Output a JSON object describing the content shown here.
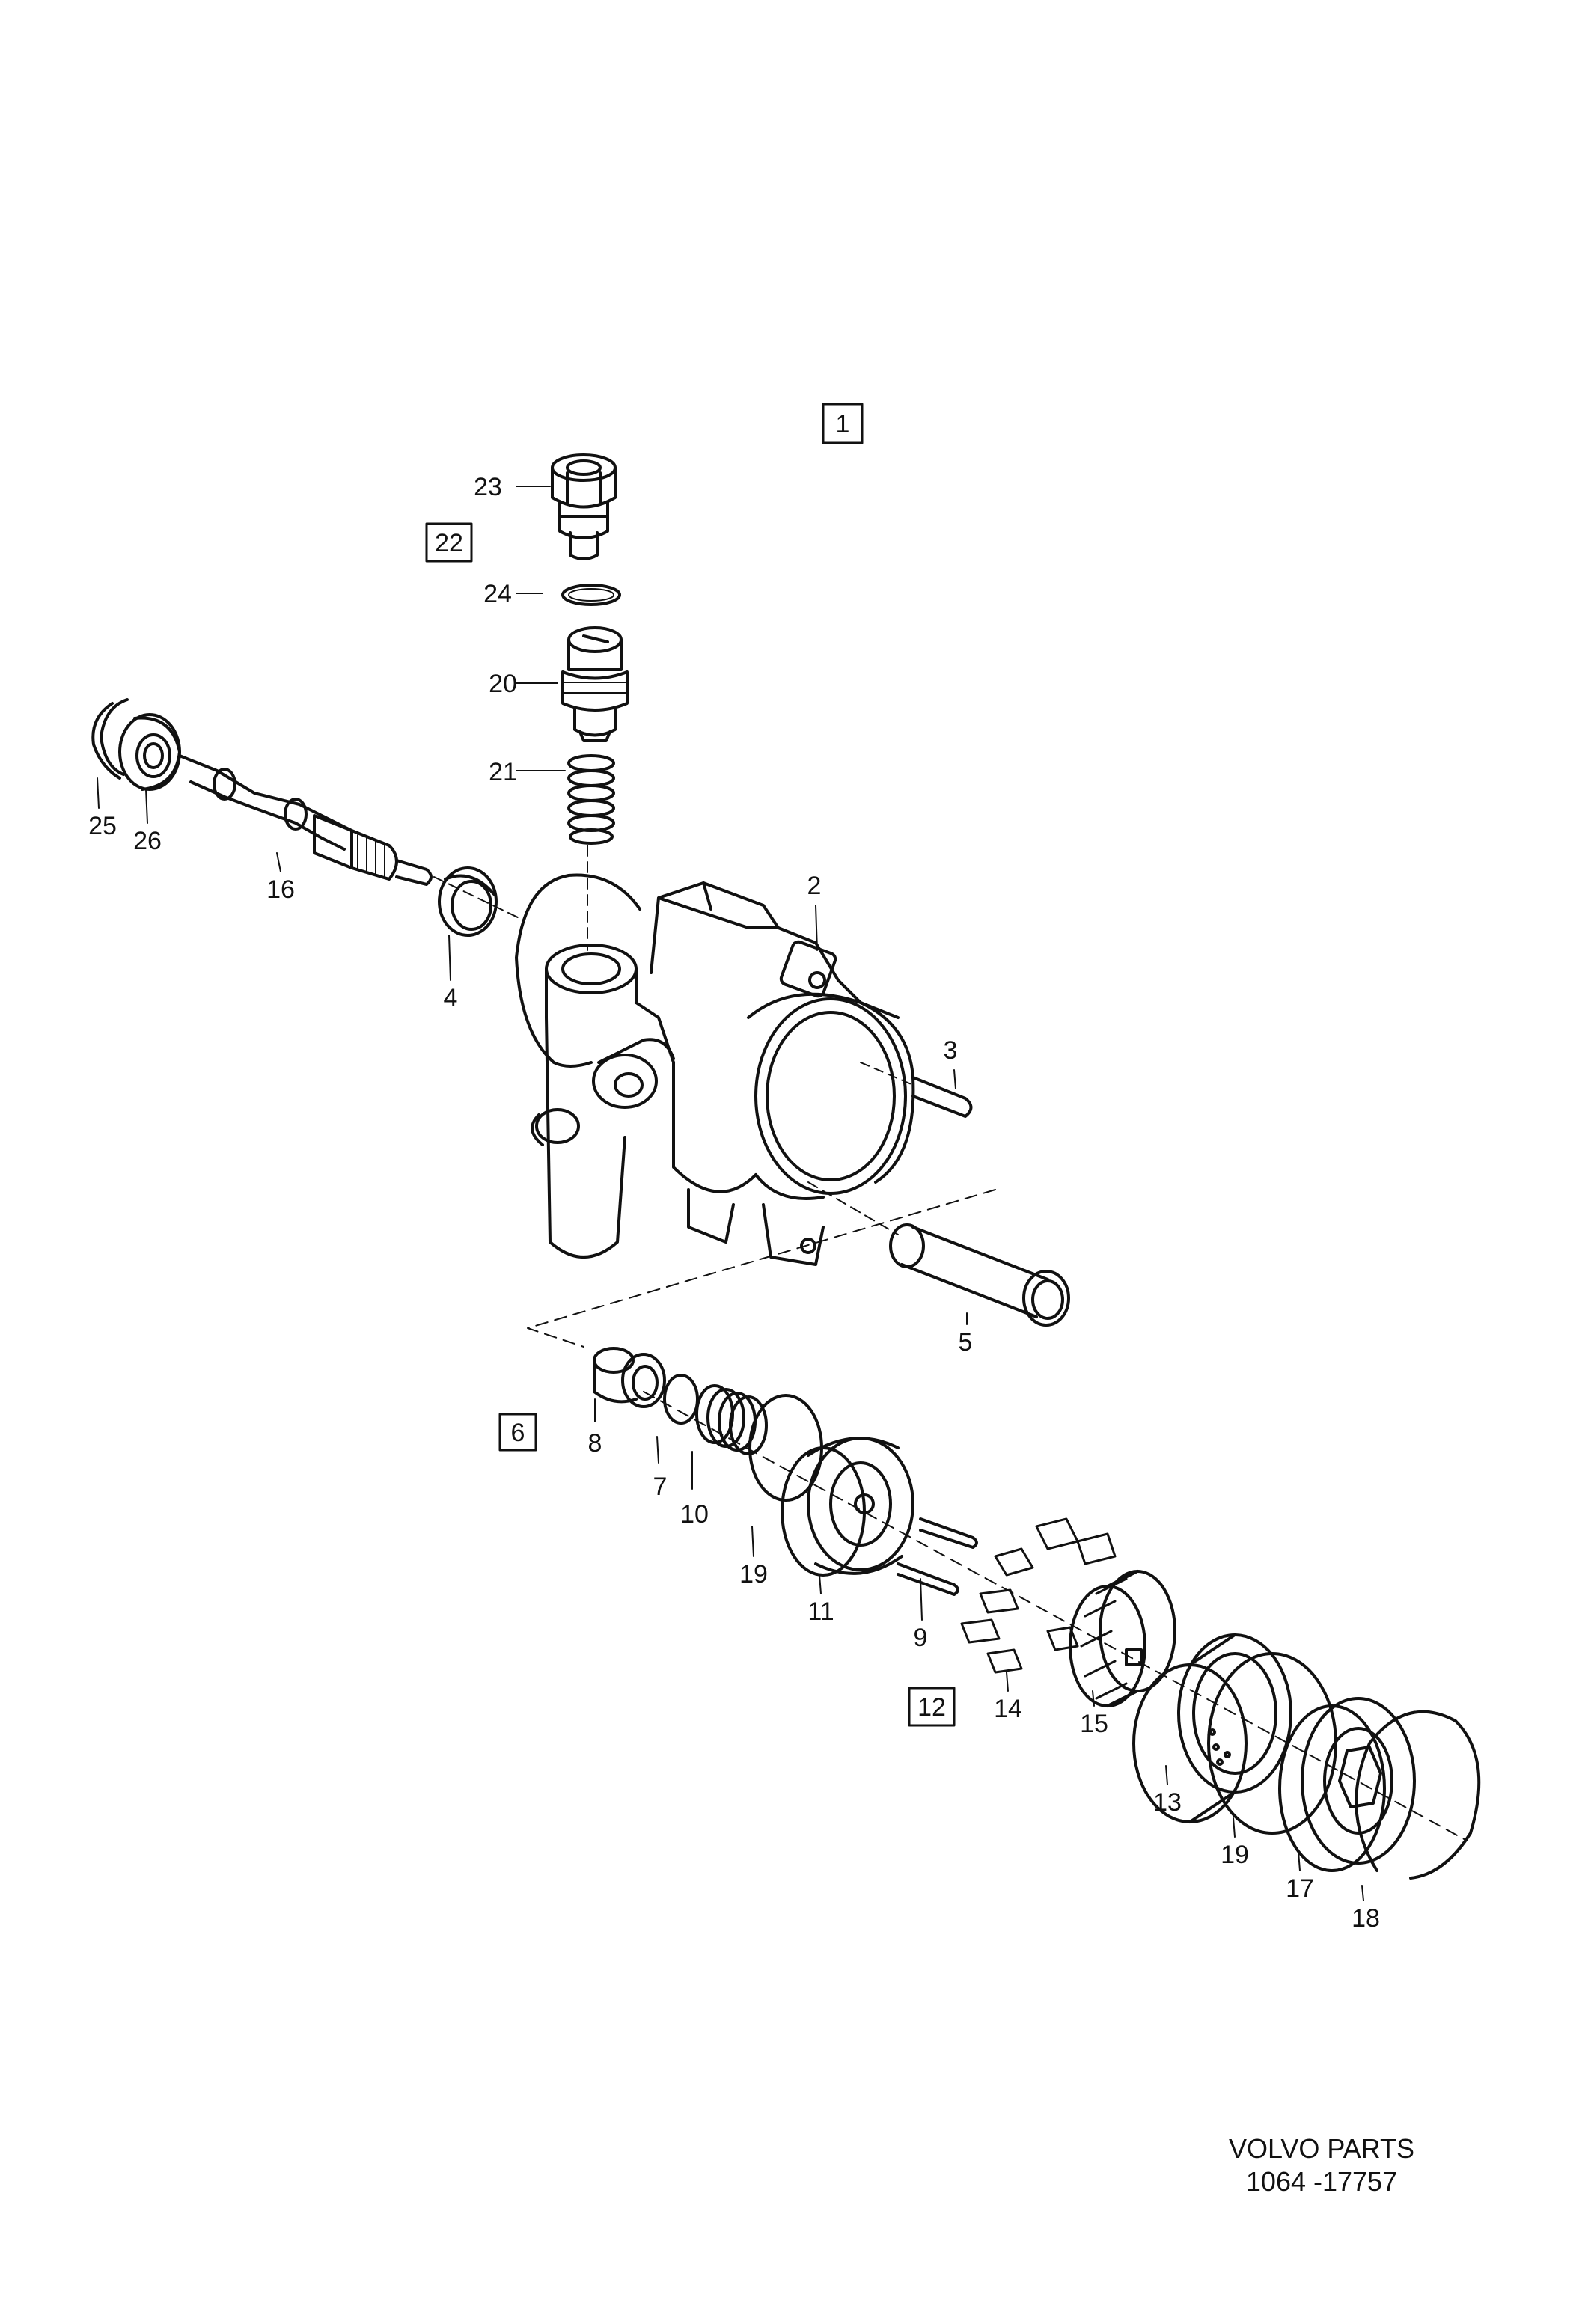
{
  "callouts": {
    "n2": "2",
    "n3": "3",
    "n4": "4",
    "n5": "5",
    "n7": "7",
    "n8": "8",
    "n9": "9",
    "n10": "10",
    "n11": "11",
    "n13": "13",
    "n14": "14",
    "n15": "15",
    "n16": "16",
    "n17": "17",
    "n18": "18",
    "n19a": "19",
    "n19b": "19",
    "n20": "20",
    "n21": "21",
    "n23": "23",
    "n24": "24",
    "n25": "25",
    "n26": "26"
  },
  "boxed": {
    "b1": "1",
    "b6": "6",
    "b12": "12",
    "b22": "22"
  },
  "footer": {
    "brand": "VOLVO PARTS",
    "code": "1064 -17757"
  }
}
